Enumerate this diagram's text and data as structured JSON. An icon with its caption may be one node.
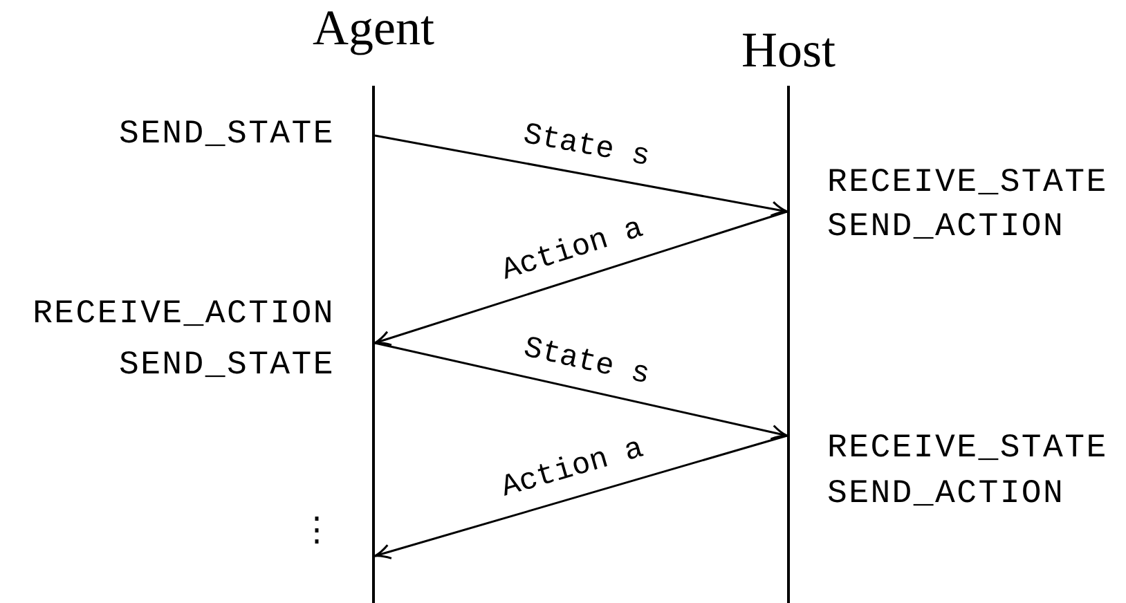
{
  "diagram": {
    "nodes": [
      {
        "text": [],
        "shape": "bar",
        "beside": [
          "Agent"
        ]
      },
      {
        "text": [],
        "shape": "bar",
        "beside": [
          "Host"
        ]
      }
    ],
    "edges": [
      {
        "from": 0,
        "to": 1,
        "arrow": "to",
        "label": "State s"
      },
      {
        "from": 1,
        "to": 0,
        "arrow": "to",
        "label": "Action a"
      },
      {
        "from": 0,
        "to": 1,
        "arrow": "to",
        "label": "State s"
      },
      {
        "from": 1,
        "to": 0,
        "arrow": "to",
        "label": "Action a"
      }
    ],
    "labels": [
      "SEND_STATE",
      "RECEIVE_STATE",
      "SEND_ACTION",
      "RECEIVE_ACTION",
      "SEND_STATE",
      "RECEIVE_STATE",
      "SEND_ACTION",
      "⋮"
    ]
  }
}
